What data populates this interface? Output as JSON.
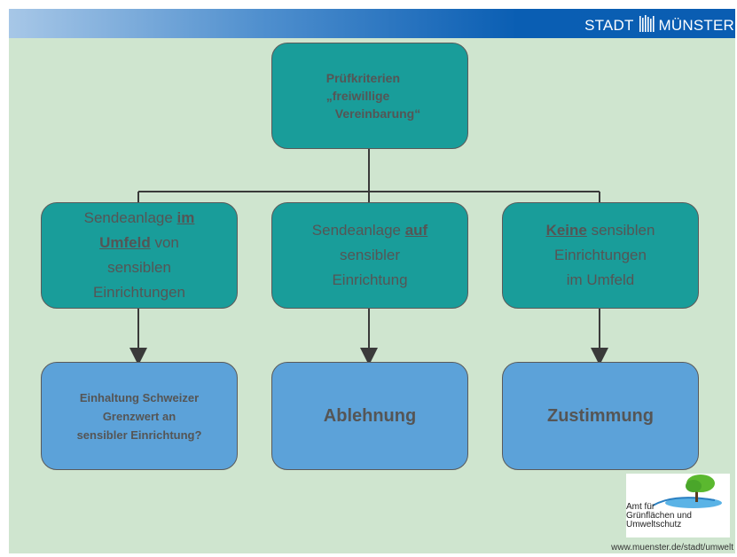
{
  "header": {
    "brand_left": "STADT",
    "brand_right": "MÜNSTER"
  },
  "root": {
    "line1": "Prüfkriterien",
    "line2": "„freiwillige",
    "line3": "Vereinbarung“"
  },
  "conditions": [
    {
      "pre": "Sendeanlage ",
      "em": "im",
      "br1": "",
      "em2": "Umfeld",
      "post": " von\nsensiblen\nEinrichtungen"
    },
    {
      "pre": "Sendeanlage ",
      "em": "auf",
      "post": "\nsensibler\nEinrichtung"
    },
    {
      "pre": "",
      "em": "Keine",
      "post": " sensiblen\nEinrichtungen\nim Umfeld"
    }
  ],
  "outcomes": [
    {
      "text": "Einhaltung Schweizer\nGrenzwert an\nsensibler Einrichtung?"
    },
    {
      "text": "Ablehnung"
    },
    {
      "text": "Zustimmung"
    }
  ],
  "footer_logo": {
    "text": "Amt für\nGrünflächen und\nUmweltschutz",
    "icon": "tree-pond-icon"
  },
  "footer": {
    "url": "www.muenster.de/stadt/umwelt"
  },
  "colors": {
    "teal": "#199d9a",
    "blue": "#5ca2d9",
    "background": "#cfe5cf",
    "header": "#0a5eb3"
  }
}
